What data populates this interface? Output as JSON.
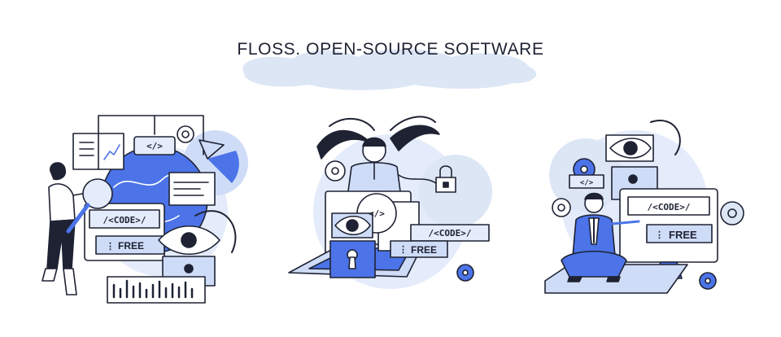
{
  "title": "FLOSS. OPEN-SOURCE SOFTWARE",
  "colors": {
    "ink": "#1e2233",
    "blue": "#4c74e8",
    "light_blue": "#cfdcf7",
    "pale_blue": "#e4ecfb",
    "white": "#ffffff"
  },
  "scenes": [
    {
      "code_tag": "/<CODE>/",
      "free_label": "FREE",
      "tag_label": "</>"
    },
    {
      "code_tag": "/<CODE>/",
      "free_label": "FREE",
      "tag_label": "</>"
    },
    {
      "code_tag": "/<CODE>/",
      "free_label": "FREE",
      "tag_label": "</>"
    }
  ]
}
